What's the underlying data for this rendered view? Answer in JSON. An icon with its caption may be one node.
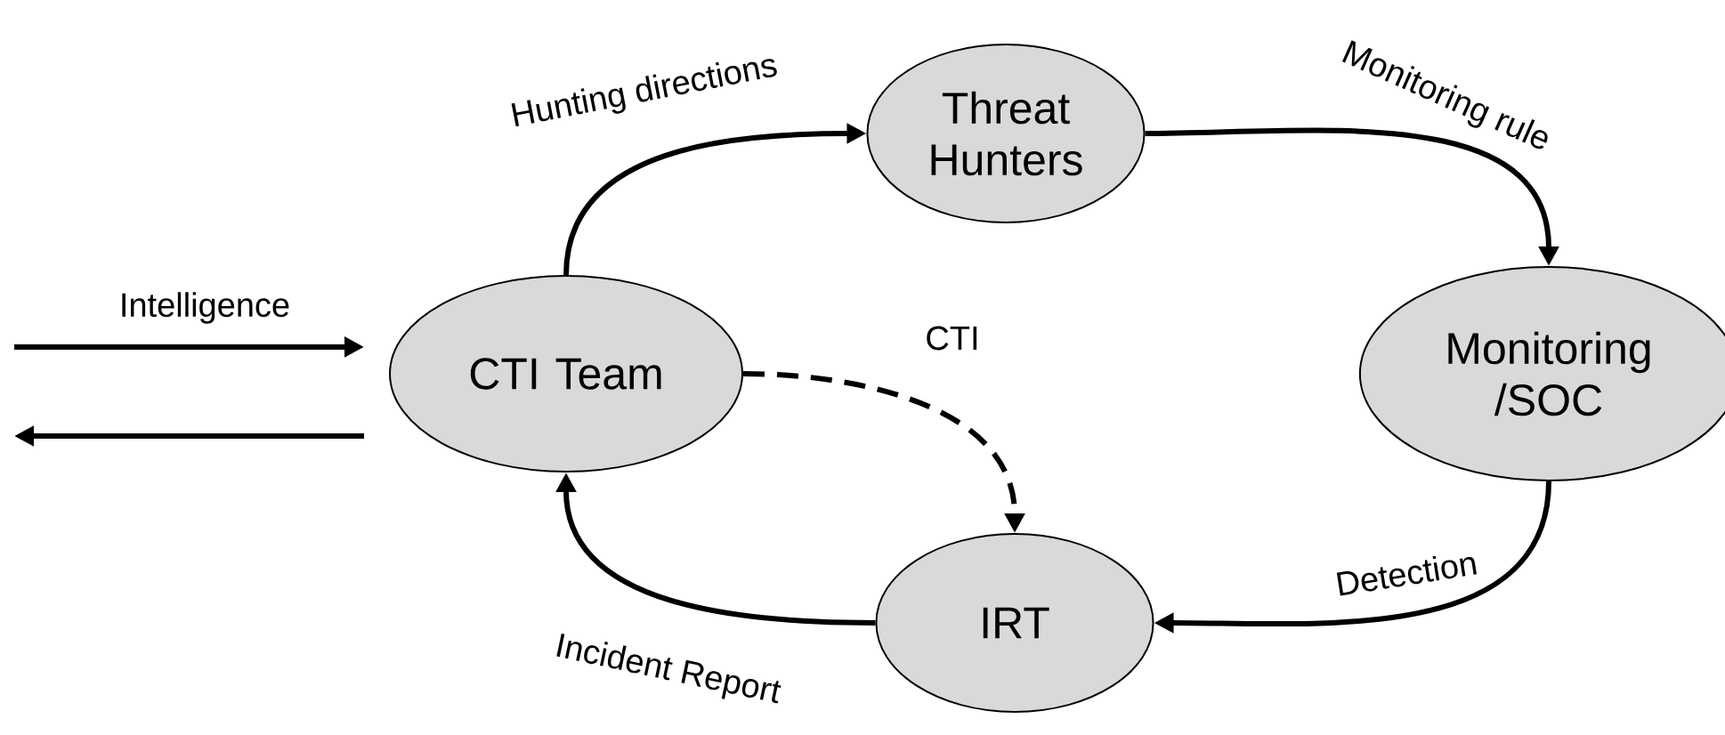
{
  "diagram": {
    "nodes": [
      {
        "text": [
          "Threat Hunters"
        ]
      },
      {
        "text": [
          "CTI Team"
        ]
      },
      {
        "text": [
          "Monitoring /SOC"
        ]
      },
      {
        "text": [
          "IRT"
        ]
      }
    ],
    "edges": [
      {
        "from": 1,
        "to": 0,
        "arrow": "to",
        "label": "Hunting directions"
      },
      {
        "from": 0,
        "to": 2,
        "arrow": "to",
        "label": "Monitoring rule"
      },
      {
        "from": 2,
        "to": 3,
        "arrow": "to",
        "label": "Detection"
      },
      {
        "from": 3,
        "to": 1,
        "arrow": "to",
        "label": "Incident Report"
      },
      {
        "from": 1,
        "to": 3,
        "arrow": "to",
        "label": "CTI",
        "style": "dashed"
      },
      {
        "from": null,
        "to": 1,
        "arrow": "to",
        "label": "Intelligence"
      },
      {
        "from": 1,
        "to": null,
        "arrow": "to"
      }
    ]
  }
}
